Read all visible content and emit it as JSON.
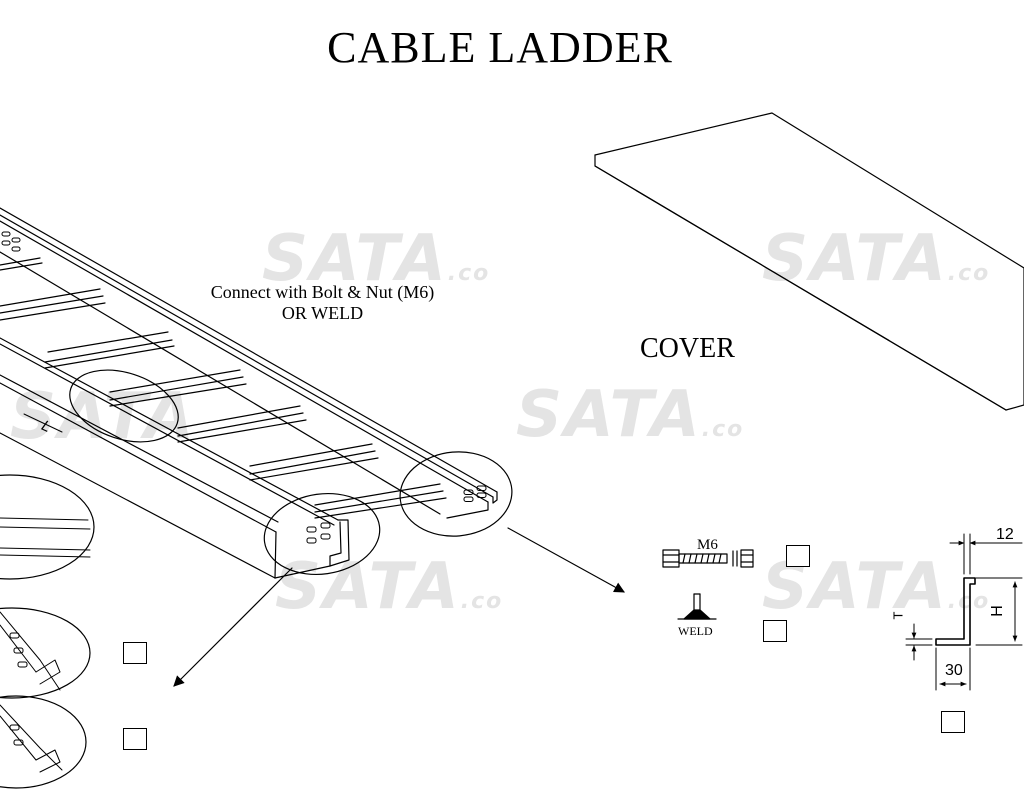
{
  "title": "CABLE LADDER",
  "cover_label": "COVER",
  "connection_note": {
    "line1": "Connect with Bolt & Nut (M6)",
    "line2": "OR WELD"
  },
  "bolt_label": "M6",
  "weld_label": "WELD",
  "dimensions": {
    "flange": "12",
    "base": "30",
    "height": "H",
    "thickness": "T",
    "length": "L"
  },
  "watermark": {
    "text": "SATA",
    "suffix": ".co"
  },
  "options": {
    "bolt_checked": false,
    "weld_checked": false,
    "profile_checked": false,
    "detail1_checked": false,
    "detail2_checked": false
  }
}
